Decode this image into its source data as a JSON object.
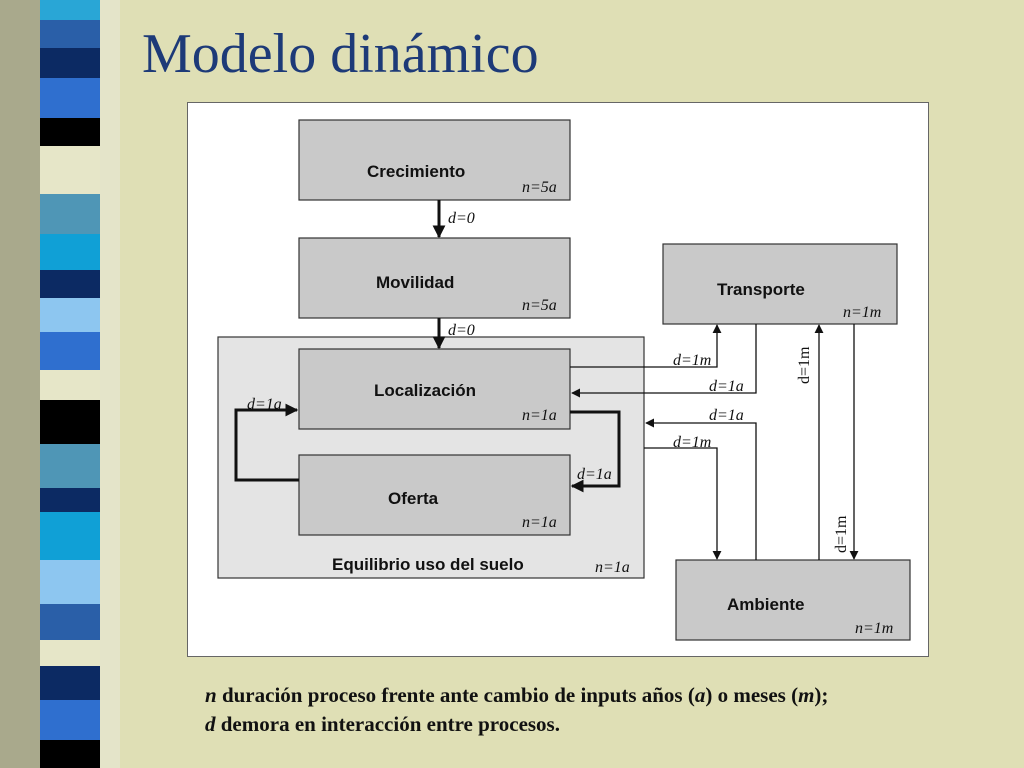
{
  "slide": {
    "title": "Modelo dinámico",
    "caption": {
      "line1": [
        "n",
        " duración proceso frente ante cambio de inputs años (",
        "a",
        ") o meses (",
        "m",
        ");"
      ],
      "line2": [
        "d",
        " demora en interacción entre procesos."
      ]
    }
  },
  "colors": {
    "background": "#dfdfb5",
    "title": "#1d3a78",
    "box_fill": "#c9c9c9",
    "group_fill": "#e4e4e4"
  },
  "diagram": {
    "boxes": {
      "crecimiento": {
        "label": "Crecimiento",
        "n": "n=5a"
      },
      "movilidad": {
        "label": "Movilidad",
        "n": "n=5a"
      },
      "localizacion": {
        "label": "Localización",
        "n": "n=1a"
      },
      "oferta": {
        "label": "Oferta",
        "n": "n=1a"
      },
      "transporte": {
        "label": "Transporte",
        "n": "n=1m"
      },
      "ambiente": {
        "label": "Ambiente",
        "n": "n=1m"
      }
    },
    "group": {
      "label": "Equilibrio uso del suelo",
      "n": "n=1a"
    },
    "delays": {
      "crec_mov": "d=0",
      "mov_loc": "d=0",
      "loc_trans": "d=1m",
      "trans_loc": "d=1a",
      "amb_loc": "d=1a",
      "loc_amb": "d=1m",
      "oferta_loc": "d=1a",
      "loc_oferta": "d=1a",
      "trans_amb": "d=1m",
      "amb_trans": "d=1m"
    }
  }
}
